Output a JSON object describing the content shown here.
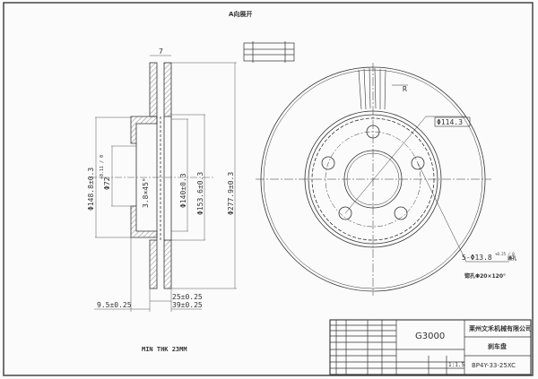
{
  "view_label": "A向展开",
  "side_view": {
    "width_top": "7",
    "dia_148": "Φ148.8±0.3",
    "dia_72": "Φ72",
    "dia_72_tol": "+0.11 / 0",
    "chamfer": "3.8×45°",
    "dia_140": "Φ140±0.3",
    "dia_153": "Φ153.6±0.3",
    "dia_277": "Φ277.9±0.3",
    "thk_25": "25±0.25",
    "offset_9_5": "9.5±0.25",
    "height_39": "39±0.25",
    "min_thk": "MIN THK 23MM"
  },
  "front_view": {
    "radius_label": "R",
    "pcd": "Φ114.3",
    "holes": "5-Φ13.8",
    "holes_tol": "+0.25 / 0",
    "holes_suffix": "通孔",
    "countersink": "锪孔Φ20×120°"
  },
  "title_block": {
    "material": "G3000",
    "company": "莱州文禾机械有限公司",
    "part_name": "刹车盘",
    "scale": "1:1.5",
    "part_number": "BP4Y-33-25XC"
  }
}
